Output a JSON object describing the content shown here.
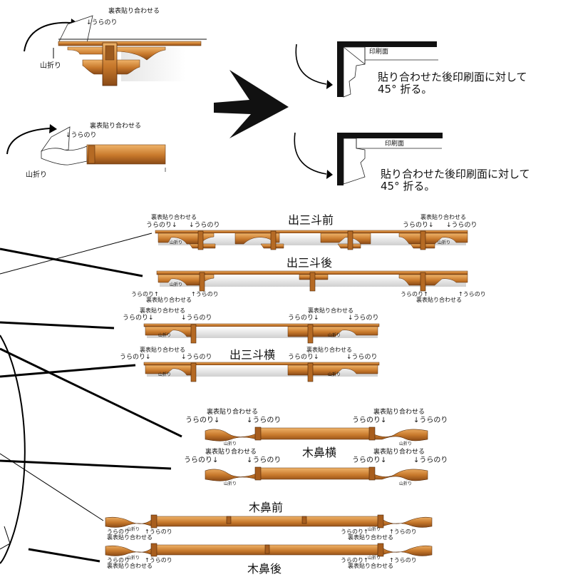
{
  "colors": {
    "wood_light": "#e8a658",
    "wood": "#c7782b",
    "wood_dark": "#7a3d10",
    "shadow": "#d4d4d4",
    "frame": "#1a1a1a"
  },
  "steps": {
    "step1_paste": "裏表貼り合わせる",
    "step1_glue": "↓うらのり",
    "step1_fold": "山折り",
    "step2_paste": "裏表貼り合わせる",
    "step2_glue": "↓うらのり",
    "step2_fold": "山折り",
    "result1_print": "印刷面",
    "result1_line1": "貼り合わせた後印刷面に対して",
    "result1_line2": "45°  折る。",
    "result2_print": "印刷面",
    "result2_line1": "貼り合わせた後印刷面に対して",
    "result2_line2": "45°  折る。"
  },
  "parts": {
    "demitsu_front": {
      "title": "出三斗前",
      "paste_left": "裏表貼り合わせる",
      "glue_l1": "うらのり↓",
      "glue_l2": "↓うらのり",
      "paste_right": "裏表貼り合わせる",
      "glue_r1": "うらのり↓",
      "glue_r2": "↓うらのり",
      "fold_left": "山折り",
      "fold_right": "山折り"
    },
    "demitsu_back": {
      "title": "出三斗後",
      "fold_left": "山折り",
      "glue_l1": "うらのり↑",
      "glue_l2": "↑うらのり",
      "paste_left": "裏表貼り合わせる",
      "glue_r1": "うらのり↑",
      "glue_r2": "↑うらのり",
      "paste_right": "裏表貼り合わせる"
    },
    "demitsu_side1": {
      "paste_left": "裏表貼り合わせる",
      "glue_l1": "うらのり↓",
      "glue_l2": "↓うらのり",
      "paste_right": "裏表貼り合わせる",
      "glue_r1": "うらのり↓",
      "glue_r2": "↓うらのり",
      "fold_left": "山折り",
      "fold_right": "山折り"
    },
    "demitsu_side2": {
      "title": "出三斗横",
      "paste_left": "裏表貼り合わせる",
      "glue_l1": "うらのり↓",
      "glue_l2": "↓うらのり",
      "paste_right": "裏表貼り合わせる",
      "glue_r1": "うらのり↓",
      "glue_r2": "↓うらのり",
      "fold_left": "山折り",
      "fold_right": "山折り"
    },
    "kibana_side1": {
      "paste_left": "裏表貼り合わせる",
      "glue_l1": "うらのり↓",
      "glue_l2": "↓うらのり",
      "paste_right": "裏表貼り合わせる",
      "glue_r1": "うらのり↓",
      "glue_r2": "↓うらのり",
      "fold_left": "山折り",
      "fold_right": "山折り"
    },
    "kibana_side2": {
      "title": "木鼻横",
      "paste_left": "裏表貼り合わせる",
      "glue_l1": "うらのり↓",
      "glue_l2": "↓うらのり",
      "paste_right": "裏表貼り合わせる",
      "glue_r1": "うらのり↓",
      "glue_r2": "↓うらのり",
      "fold_left": "山折り",
      "fold_right": "山折り"
    },
    "kibana_front": {
      "title": "木鼻前",
      "glue_l1": "うらのり",
      "fold_l": "山折り",
      "glue_l2": "↑うらのり",
      "paste_left": "裏表貼り合わせる",
      "glue_r1": "うらのり↑",
      "fold_r": "山折り",
      "glue_r2": "↑うらのり",
      "paste_right": "裏表貼り合わせる"
    },
    "kibana_back": {
      "title": "木鼻後",
      "glue_l1": "うらのり",
      "fold_l": "山折り",
      "glue_l2": "↑うらのり",
      "paste_left": "裏表貼り合わせる",
      "glue_r1": "うらのり↑",
      "fold_r": "山折り",
      "glue_r2": "↑うらのり",
      "paste_right": "裏表貼り合わせる"
    }
  }
}
